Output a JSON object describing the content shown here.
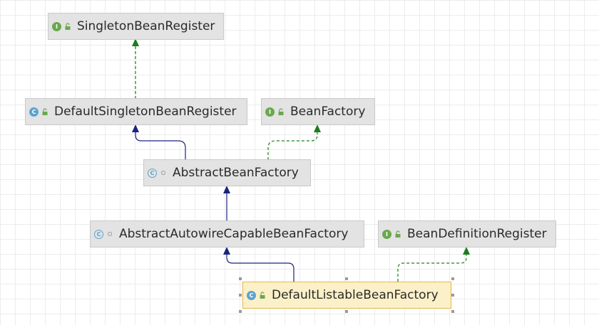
{
  "diagram": {
    "nodes": [
      {
        "id": "singleton-bean-register",
        "label": "SingletonBeanRegister",
        "kind": "interface",
        "badge": "I",
        "modifier": "public"
      },
      {
        "id": "default-singleton-bean-register",
        "label": "DefaultSingletonBeanRegister",
        "kind": "class",
        "badge": "C",
        "modifier": "public"
      },
      {
        "id": "bean-factory",
        "label": "BeanFactory",
        "kind": "interface",
        "badge": "I",
        "modifier": "public"
      },
      {
        "id": "abstract-bean-factory",
        "label": "AbstractBeanFactory",
        "kind": "abstract-class",
        "badge": "C",
        "modifier": "package"
      },
      {
        "id": "abstract-autowire-capable-bean-factory",
        "label": "AbstractAutowireCapableBeanFactory",
        "kind": "abstract-class",
        "badge": "C",
        "modifier": "package"
      },
      {
        "id": "bean-definition-register",
        "label": "BeanDefinitionRegister",
        "kind": "interface",
        "badge": "I",
        "modifier": "public"
      },
      {
        "id": "default-listable-bean-factory",
        "label": "DefaultListableBeanFactory",
        "kind": "class",
        "badge": "C",
        "modifier": "public",
        "selected": true
      }
    ],
    "edges": [
      {
        "from": "default-singleton-bean-register",
        "to": "singleton-bean-register",
        "type": "implements"
      },
      {
        "from": "abstract-bean-factory",
        "to": "default-singleton-bean-register",
        "type": "extends"
      },
      {
        "from": "abstract-bean-factory",
        "to": "bean-factory",
        "type": "implements"
      },
      {
        "from": "abstract-autowire-capable-bean-factory",
        "to": "abstract-bean-factory",
        "type": "extends"
      },
      {
        "from": "default-listable-bean-factory",
        "to": "abstract-autowire-capable-bean-factory",
        "type": "extends"
      },
      {
        "from": "default-listable-bean-factory",
        "to": "bean-definition-register",
        "type": "implements"
      }
    ],
    "colors": {
      "extends": "#1a237e",
      "implements": "#1b7d1b",
      "interface_badge": "#6aa84f",
      "class_badge": "#5ca3cf",
      "selected_fill": "#fcf0c8",
      "selected_border": "#e0b94a"
    }
  }
}
